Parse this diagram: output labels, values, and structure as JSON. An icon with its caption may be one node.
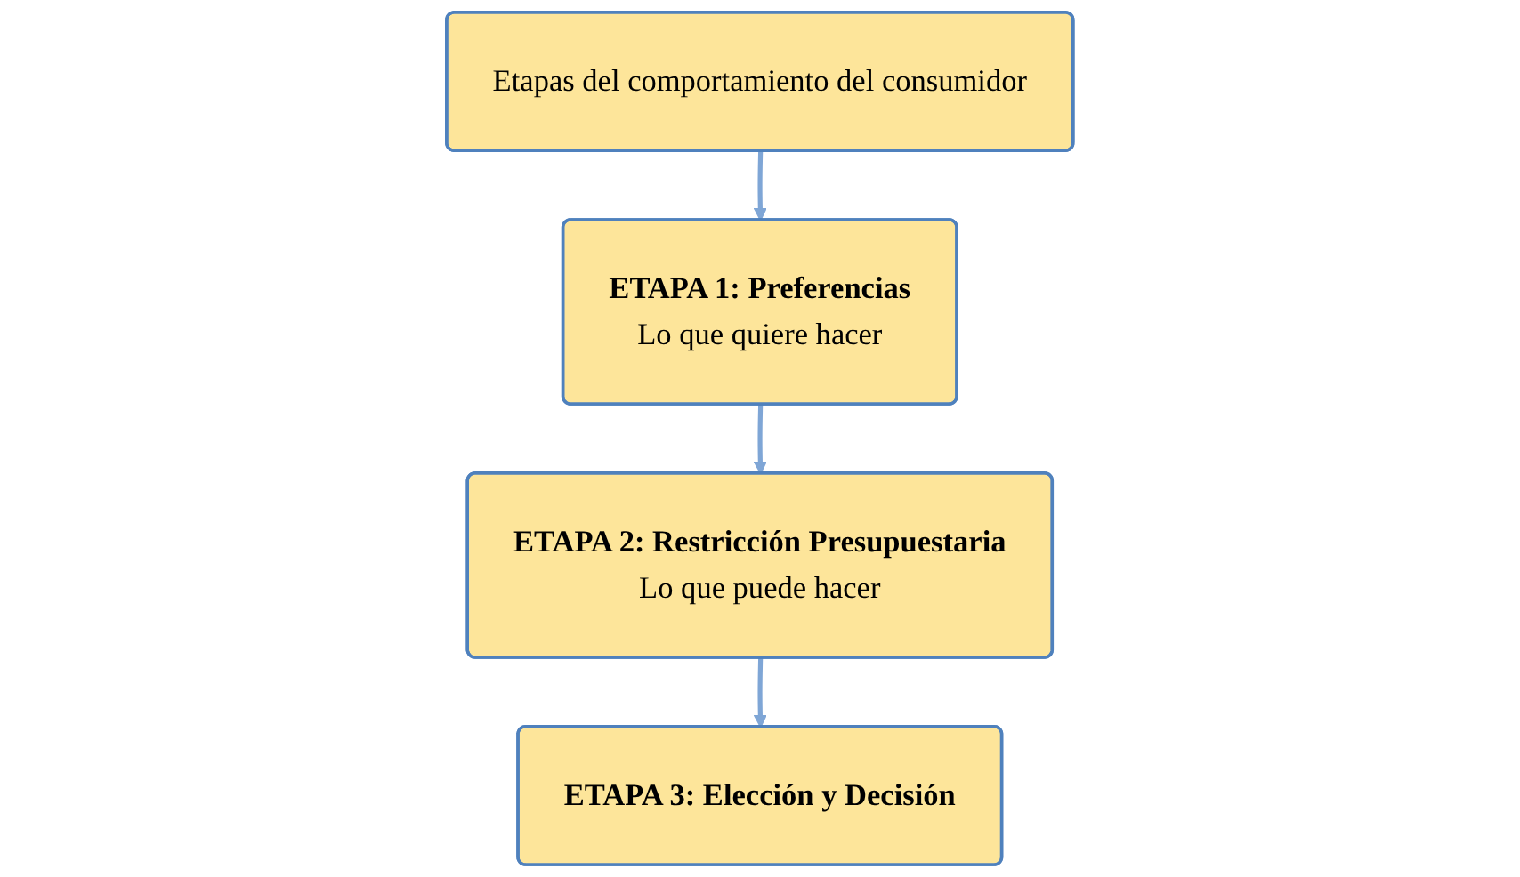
{
  "diagram": {
    "nodes": [
      {
        "text": [
          "Etapas del comportamiento del consumidor"
        ]
      },
      {
        "text": [
          "ETAPA 1: Preferencias",
          "Lo que quiere hacer"
        ]
      },
      {
        "text": [
          "ETAPA 2: Restricción Presupuestaria",
          "Lo que puede hacer"
        ]
      },
      {
        "text": [
          "ETAPA 3: Elección y Decisión"
        ]
      }
    ],
    "edges": [
      {
        "from": 0,
        "to": 1,
        "arrow": "to"
      },
      {
        "from": 1,
        "to": 2,
        "arrow": "to"
      },
      {
        "from": 2,
        "to": 3,
        "arrow": "to"
      }
    ]
  }
}
